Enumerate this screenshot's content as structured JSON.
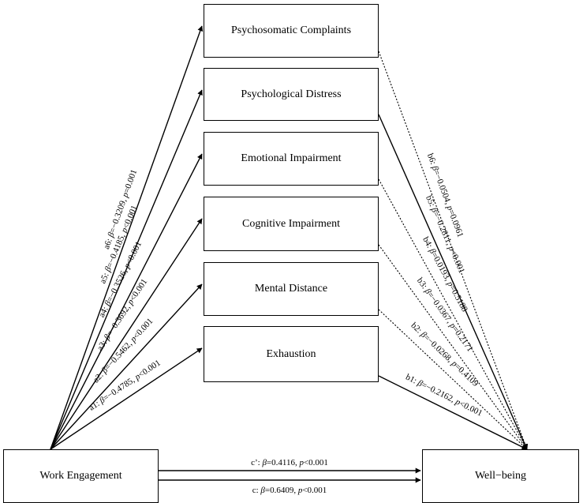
{
  "diagram": {
    "predictor": "Work Engagement",
    "outcome": "Well−being",
    "mediators": [
      {
        "label": "Psychosomatic Complaints",
        "a_id": "a6",
        "a_beta": "−0.3209",
        "a_op": "=",
        "a_p": "0.001",
        "a_sig": true,
        "b_id": "b6",
        "b_beta": "−0.0504",
        "b_op": "=",
        "b_p": "0.0961",
        "b_sig": false
      },
      {
        "label": "Psychological Distress",
        "a_id": "a5",
        "a_beta": "−0.4185",
        "a_op": "<",
        "a_p": "0.001",
        "a_sig": true,
        "b_id": "b5",
        "b_beta": "−0.2811",
        "b_op": "<",
        "b_p": "0.001",
        "b_sig": true
      },
      {
        "label": "Emotional Impairment",
        "a_id": "a4",
        "a_beta": "−0.3526",
        "a_op": "<",
        "a_p": "0.001",
        "a_sig": true,
        "b_id": "b4",
        "b_beta": "0.0193",
        "b_op": "=",
        "b_p": "0.5188",
        "b_sig": false
      },
      {
        "label": "Cognitive Impairment",
        "a_id": "a3",
        "a_beta": "−0.3692",
        "a_op": "<",
        "a_p": "0.001",
        "a_sig": true,
        "b_id": "b3",
        "b_beta": "−0.0367",
        "b_op": "=",
        "b_p": "0.2171",
        "b_sig": false
      },
      {
        "label": "Mental Distance",
        "a_id": "a2",
        "a_beta": "−0.5462",
        "a_op": "<",
        "a_p": "0.001",
        "a_sig": true,
        "b_id": "b2",
        "b_beta": "−0.0268",
        "b_op": "=",
        "b_p": "0.4109",
        "b_sig": false
      },
      {
        "label": "Exhaustion",
        "a_id": "a1",
        "a_beta": "−0.4785",
        "a_op": "<",
        "a_p": "0.001",
        "a_sig": true,
        "b_id": "b1",
        "b_beta": "−0.2162",
        "b_op": "<",
        "b_p": "0.001",
        "b_sig": true
      }
    ],
    "direct_path": {
      "id": "c’",
      "beta": "0.4116",
      "op": "<",
      "p": "0.001"
    },
    "total_path": {
      "id": "c",
      "beta": "0.6409",
      "op": "<",
      "p": "0.001"
    }
  }
}
